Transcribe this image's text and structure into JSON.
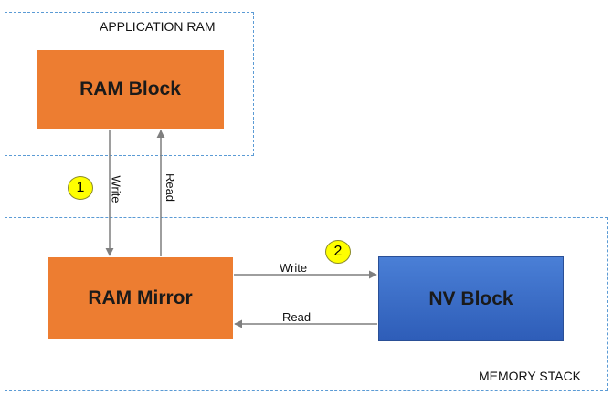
{
  "regions": {
    "application_ram": "APPLICATION RAM",
    "memory_stack": "MEMORY STACK"
  },
  "blocks": {
    "ram_block": "RAM Block",
    "ram_mirror": "RAM Mirror",
    "nv_block": "NV Block"
  },
  "steps": {
    "step1": "1",
    "step2": "2"
  },
  "edges": {
    "block_to_mirror": "Write",
    "mirror_to_block": "Read",
    "mirror_to_nv": "Write",
    "nv_to_mirror": "Read"
  },
  "colors": {
    "region_border": "#5b9bd5",
    "ram_fill": "#ed7d31",
    "nv_fill": "#3f6fcc",
    "badge_fill": "#ffff00",
    "arrow": "#7f7f7f"
  }
}
